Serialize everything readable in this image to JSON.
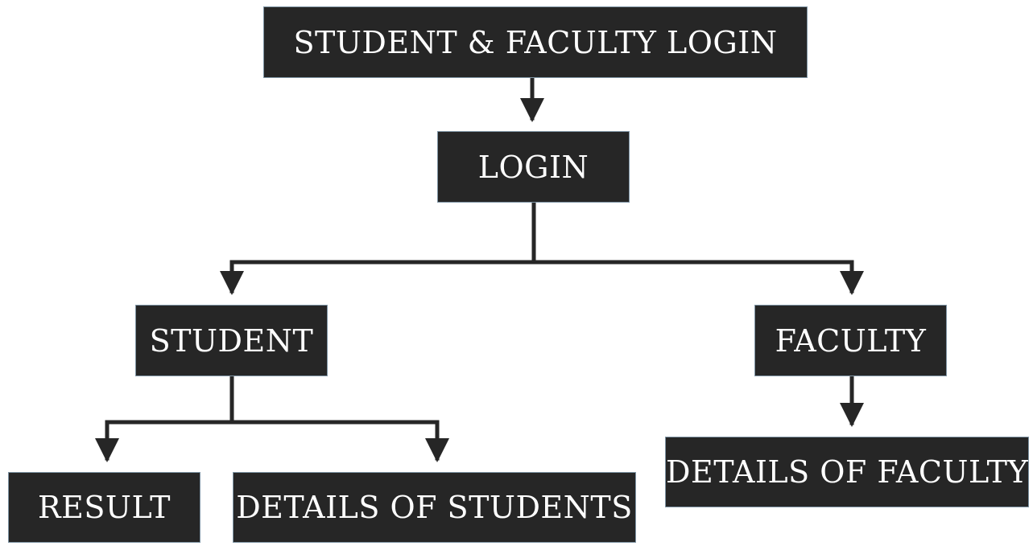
{
  "nodes": {
    "root": "STUDENT & FACULTY LOGIN",
    "login": "LOGIN",
    "student": "STUDENT",
    "faculty": "FACULTY",
    "result": "RESULT",
    "details_students": "DETAILS OF STUDENTS",
    "details_faculty": "DETAILS OF FACULTY"
  },
  "colors": {
    "box_fill": "#262626",
    "box_border": "#7f95a5",
    "text": "#ffffff",
    "connector": "#262626"
  }
}
